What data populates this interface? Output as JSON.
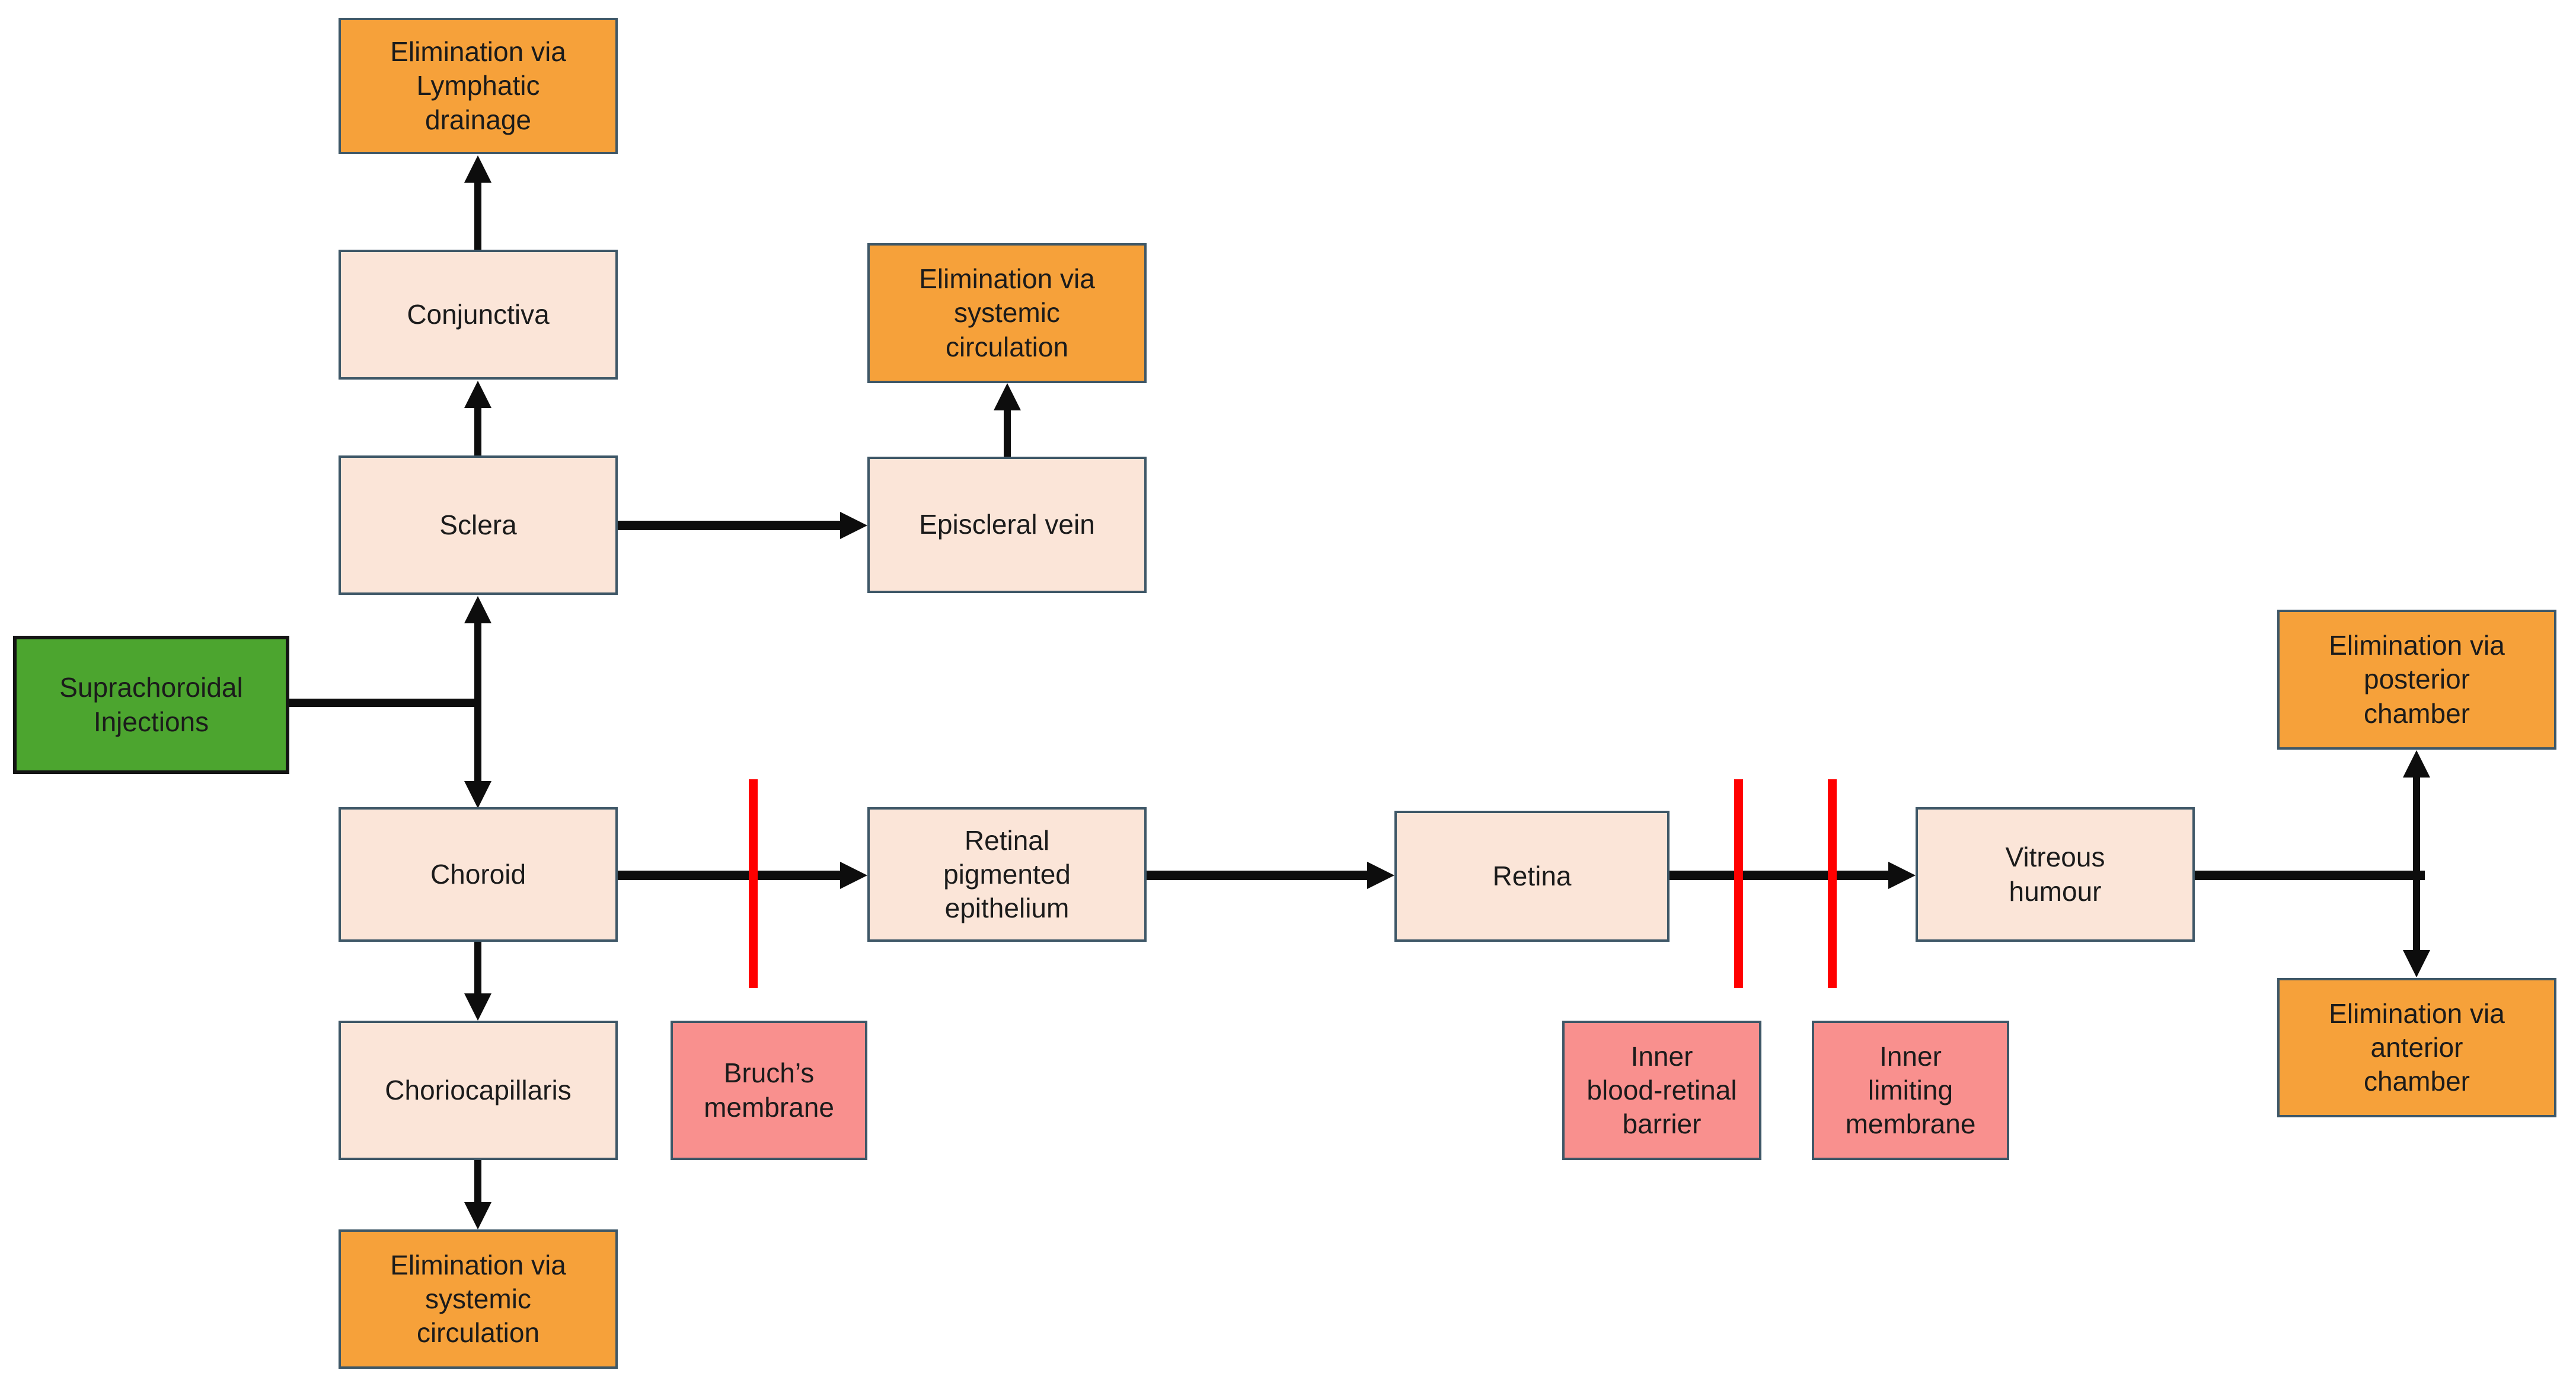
{
  "diagram": {
    "description": "Flow diagram of drug distribution and elimination pathways following suprachoroidal injections"
  },
  "colors": {
    "source_fill": "#4CA52F",
    "tissue_fill": "#FBE5D8",
    "elimination_fill": "#F6A13A",
    "barrier_label_fill": "#F9908E",
    "barrier_line": "#FF0000",
    "box_border": "#3E5767",
    "source_border": "#141414",
    "connector": "#0D0D0D",
    "text": "#1B1B1B",
    "background": "#FFFFFF"
  },
  "nodes": {
    "suprachoroidal": {
      "label": "Suprachoroidal\nInjections",
      "type": "source"
    },
    "elim_lymphatic": {
      "label": "Elimination via\nLymphatic\ndrainage",
      "type": "elimination"
    },
    "conjunctiva": {
      "label": "Conjunctiva",
      "type": "tissue"
    },
    "sclera": {
      "label": "Sclera",
      "type": "tissue"
    },
    "elim_systemic_top": {
      "label": "Elimination via\nsystemic\ncirculation",
      "type": "elimination"
    },
    "episcleral_vein": {
      "label": "Episcleral vein",
      "type": "tissue"
    },
    "choroid": {
      "label": "Choroid",
      "type": "tissue"
    },
    "choriocapillaris": {
      "label": "Choriocapillaris",
      "type": "tissue"
    },
    "elim_systemic_bottom": {
      "label": "Elimination via\nsystemic\ncirculation",
      "type": "elimination"
    },
    "bruchs_membrane": {
      "label": "Bruch’s\nmembrane",
      "type": "barrier"
    },
    "rpe": {
      "label": "Retinal\npigmented\nepithelium",
      "type": "tissue"
    },
    "retina": {
      "label": "Retina",
      "type": "tissue"
    },
    "inner_blood_retinal_barrier": {
      "label": "Inner\nblood-retinal\nbarrier",
      "type": "barrier"
    },
    "inner_limiting_membrane": {
      "label": "Inner\nlimiting\nmembrane",
      "type": "barrier"
    },
    "vitreous_humour": {
      "label": "Vitreous\nhumour",
      "type": "tissue"
    },
    "elim_posterior": {
      "label": "Elimination via\nposterior\nchamber",
      "type": "elimination"
    },
    "elim_anterior": {
      "label": "Elimination via\nanterior\nchamber",
      "type": "elimination"
    }
  },
  "connections": [
    {
      "from": "suprachoroidal",
      "to": "sclera",
      "style": "arrow"
    },
    {
      "from": "suprachoroidal",
      "to": "choroid",
      "style": "arrow"
    },
    {
      "from": "sclera",
      "to": "conjunctiva",
      "style": "arrow"
    },
    {
      "from": "conjunctiva",
      "to": "elim_lymphatic",
      "style": "arrow"
    },
    {
      "from": "sclera",
      "to": "episcleral_vein",
      "style": "arrow"
    },
    {
      "from": "episcleral_vein",
      "to": "elim_systemic_top",
      "style": "arrow"
    },
    {
      "from": "choroid",
      "to": "choriocapillaris",
      "style": "arrow"
    },
    {
      "from": "choriocapillaris",
      "to": "elim_systemic_bottom",
      "style": "arrow"
    },
    {
      "from": "choroid",
      "to": "rpe",
      "style": "arrow",
      "crosses_barrier": "bruchs_membrane"
    },
    {
      "from": "rpe",
      "to": "retina",
      "style": "arrow"
    },
    {
      "from": "retina",
      "to": "vitreous_humour",
      "style": "arrow",
      "crosses_barrier": "inner_blood_retinal_barrier, inner_limiting_membrane"
    },
    {
      "from": "vitreous_humour",
      "to": "elim_posterior",
      "style": "arrow"
    },
    {
      "from": "vitreous_humour",
      "to": "elim_anterior",
      "style": "arrow"
    }
  ]
}
